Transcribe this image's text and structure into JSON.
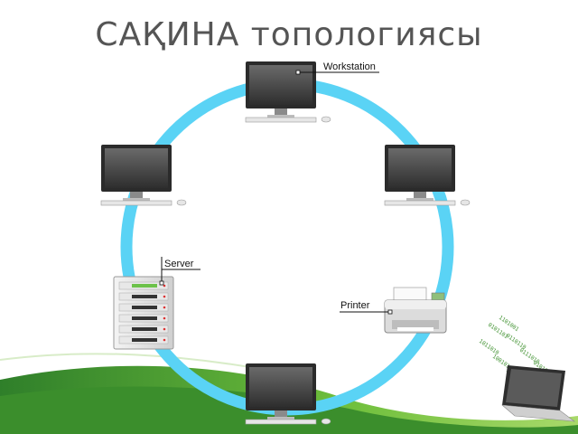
{
  "title": "САҚИНА топологиясы",
  "labels": {
    "workstation": "Workstation",
    "server": "Server",
    "printer": "Printer"
  },
  "colors": {
    "ring": "#5ad3f5",
    "monitor_bezel": "#2b2b2b",
    "monitor_screen": "#4a4a4a",
    "title_text": "#555555",
    "decor_green": "#3c8f2c"
  },
  "icons": [
    "workstation-icon",
    "server-icon",
    "printer-icon",
    "laptop-icon"
  ]
}
